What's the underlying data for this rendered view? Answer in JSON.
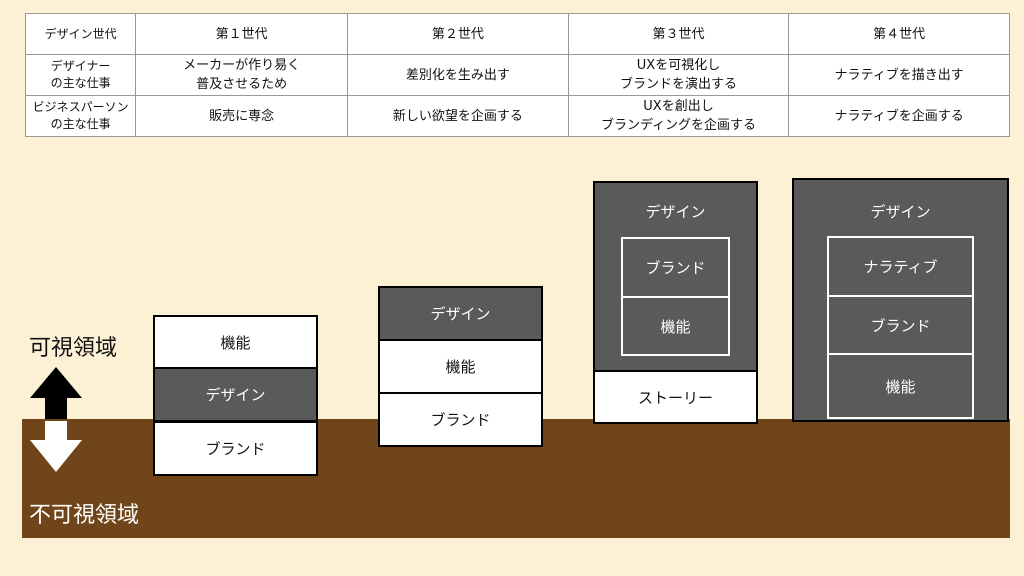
{
  "table": {
    "header": [
      "デザイン世代",
      "第１世代",
      "第２世代",
      "第３世代",
      "第４世代"
    ],
    "rows": [
      {
        "label": [
          "デザイナー",
          "の主な仕事"
        ],
        "cells": [
          [
            "メーカーが作り易く",
            "普及させるため"
          ],
          [
            "差別化を生み出す"
          ],
          [
            "UXを可視化し",
            "ブランドを演出する"
          ],
          [
            "ナラティブを描き出す"
          ]
        ]
      },
      {
        "label": [
          "ビジネスパーソン",
          "の主な仕事"
        ],
        "cells": [
          [
            "販売に専念"
          ],
          [
            "新しい欲望を企画する"
          ],
          [
            "UXを創出し",
            "ブランディングを企画する"
          ],
          [
            "ナラティブを企画する"
          ]
        ]
      }
    ]
  },
  "labels": {
    "visible": "可視領域",
    "invisible": "不可視領域"
  },
  "gen1": {
    "top": "機能",
    "middle": "デザイン",
    "bottom": "ブランド"
  },
  "gen2": {
    "top": "デザイン",
    "middle": "機能",
    "bottom": "ブランド"
  },
  "gen3": {
    "outer": "デザイン",
    "inner": [
      "ブランド",
      "機能"
    ],
    "bottom": "ストーリー"
  },
  "gen4": {
    "outer": "デザイン",
    "inner": [
      "ナラティブ",
      "ブランド",
      "機能"
    ]
  },
  "colors": {
    "background": "#fdf1d5",
    "ground": "#6f4519",
    "dark": "#5a5a5a"
  }
}
